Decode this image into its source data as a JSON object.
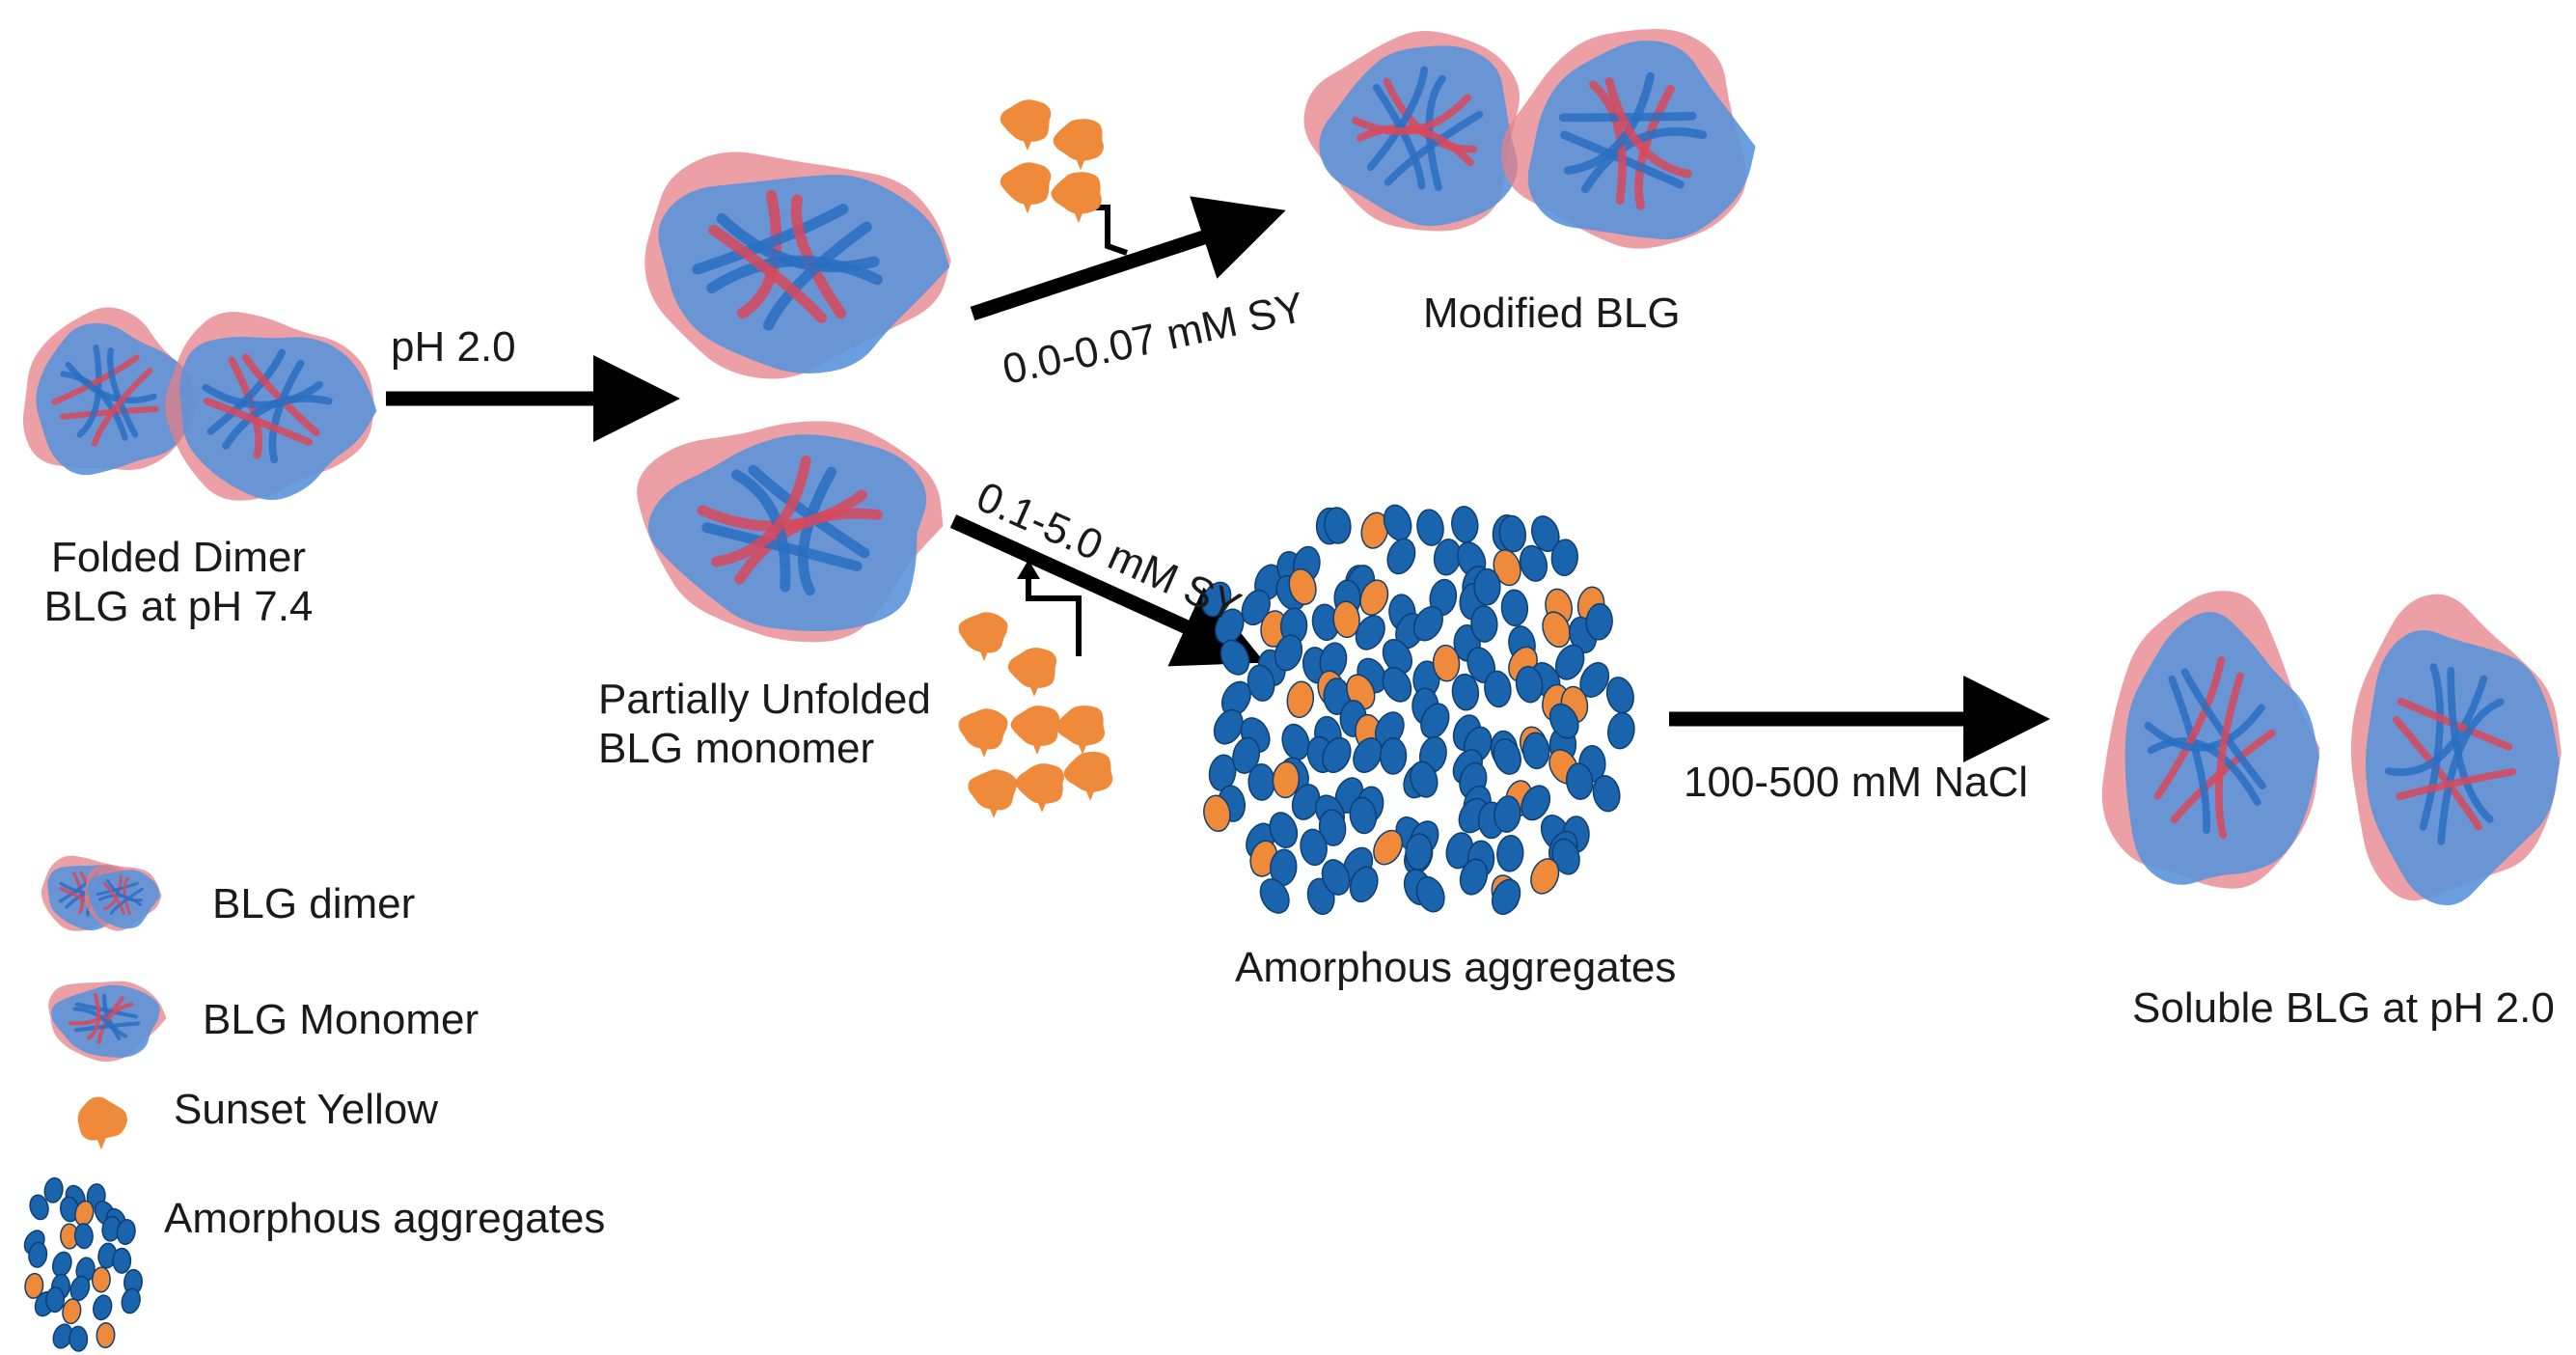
{
  "colors": {
    "protein_blue": "#2a6fc2",
    "protein_surface": "#5b93da",
    "protein_red": "#d9485a",
    "surface_pink": "#e57f86",
    "dye_orange": "#ee8a3a",
    "aggregate_blue": "#1a63ad",
    "arrow": "#000000"
  },
  "labels": {
    "ph_step": "pH 2.0",
    "low_sy": "0.0-0.07 mM SY",
    "high_sy": "0.1-5.0 mM SY",
    "nacl": "100-500 mM NaCl"
  },
  "nodes": {
    "folded_dimer": [
      "Folded Dimer",
      "BLG at pH 7.4"
    ],
    "partial_monomer": [
      "Partially Unfolded",
      "BLG monomer"
    ],
    "modified_blg": "Modified BLG",
    "amorphous": "Amorphous aggregates",
    "soluble": "Soluble BLG at pH 2.0"
  },
  "legend": {
    "items": [
      {
        "label": "BLG dimer",
        "icon": "blg-dimer-icon"
      },
      {
        "label": "BLG Monomer",
        "icon": "blg-monomer-icon"
      },
      {
        "label": "Sunset Yellow",
        "icon": "sunset-yellow-icon"
      },
      {
        "label": "Amorphous aggregates",
        "icon": "aggregate-icon"
      }
    ]
  }
}
